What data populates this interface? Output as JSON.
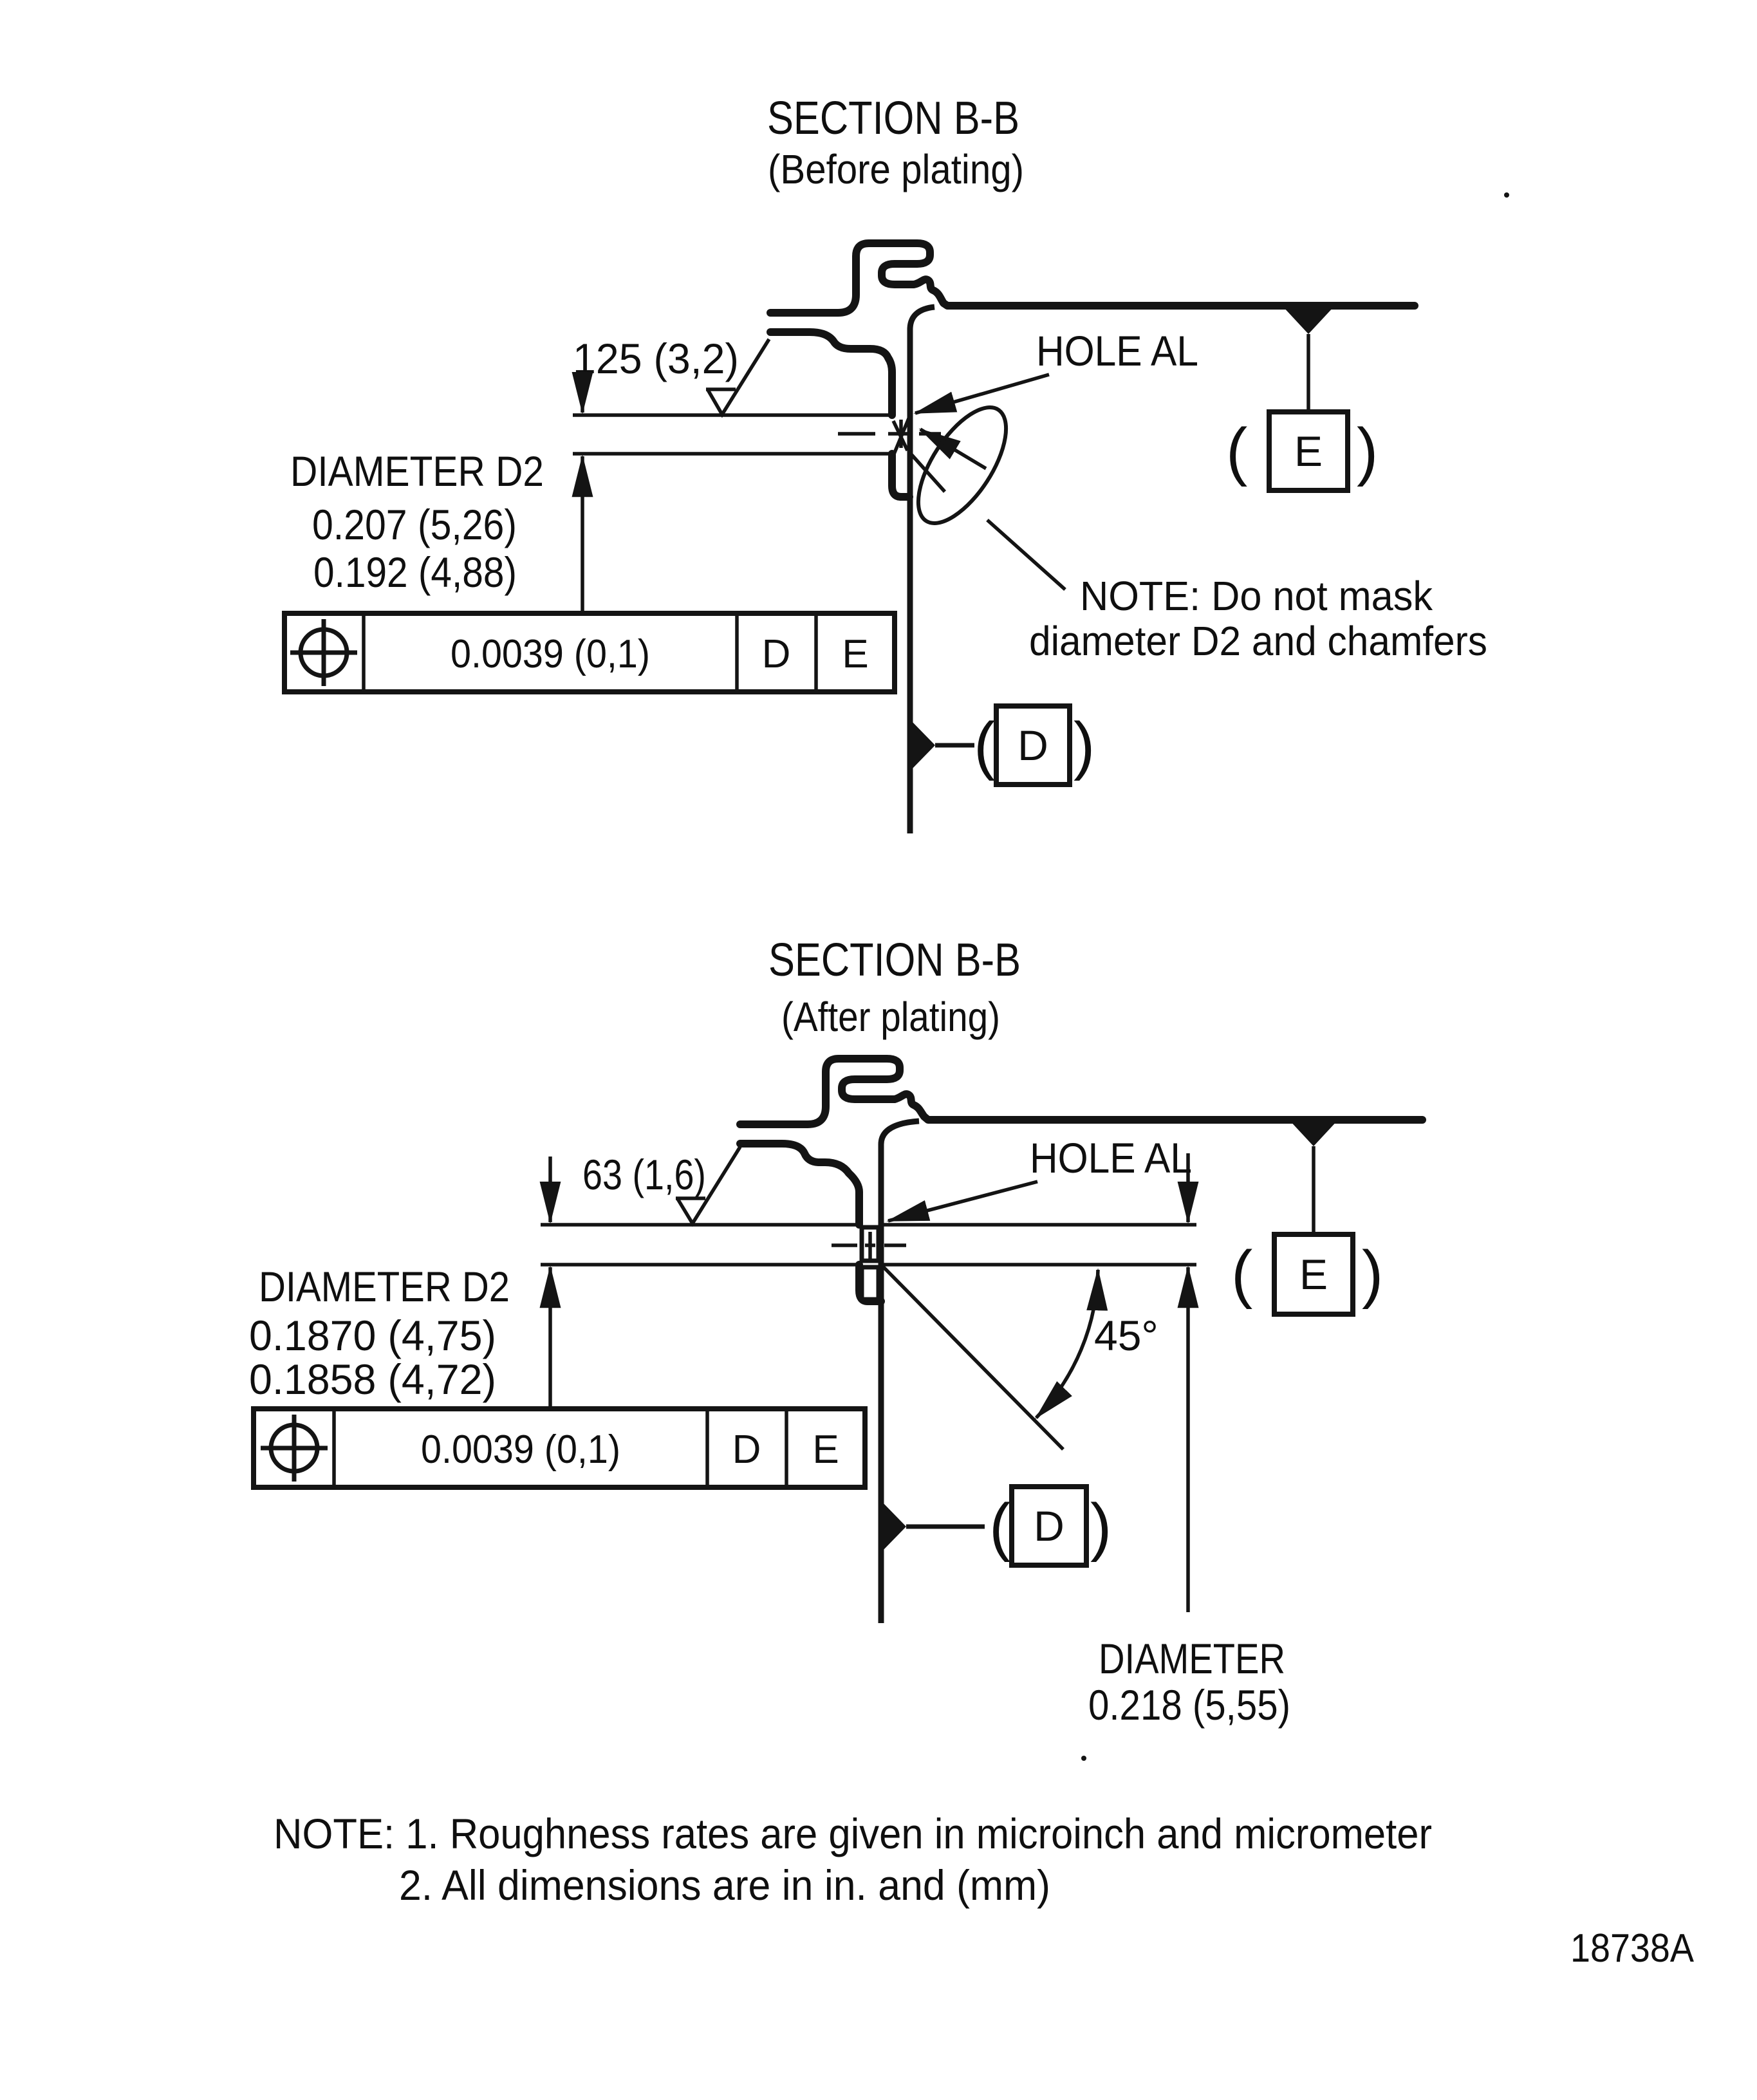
{
  "colors": {
    "ink": "#141414",
    "paper": "#ffffff"
  },
  "icons": {
    "position_tolerance": "circle-with-cross-position-symbol",
    "surface_finish": "check-mark-surface-finish-symbol",
    "datum_pointer": "filled-triangle-datum-pointer",
    "dimension_arrow": "slender-filled-arrowhead"
  },
  "symbols": {
    "paren_open": "(",
    "paren_close": ")"
  },
  "sections": [
    {
      "title": "SECTION B-B",
      "subtitle": "(Before plating)",
      "roughness": "125 (3,2)",
      "hole_label": "HOLE AL",
      "diameter_label": "DIAMETER D2",
      "diameter_max": "0.207 (5,26)",
      "diameter_min": "0.192 (4,88)",
      "fcf": {
        "tolerance": "0.0039 (0,1)",
        "datum_primary": "D",
        "datum_secondary": "E"
      },
      "datum_d": "D",
      "datum_e": "E",
      "note_line1": "NOTE: Do not mask",
      "note_line2": "diameter D2 and chamfers"
    },
    {
      "title": "SECTION B-B",
      "subtitle": "(After plating)",
      "roughness": "63 (1,6)",
      "hole_label": "HOLE AL",
      "diameter_label": "DIAMETER D2",
      "diameter_max": "0.1870 (4,75)",
      "diameter_min": "0.1858 (4,72)",
      "fcf": {
        "tolerance": "0.0039 (0,1)",
        "datum_primary": "D",
        "datum_secondary": "E"
      },
      "datum_d": "D",
      "datum_e": "E",
      "chamfer_angle": "45°",
      "plated_diameter_label": "DIAMETER",
      "plated_diameter_value": "0.218 (5,55)"
    }
  ],
  "footer": {
    "note_line1": "NOTE: 1. Roughness rates are given in microinch and micrometer",
    "note_line2": "2. All dimensions are in in. and (mm)",
    "drawing_number": "18738A"
  }
}
